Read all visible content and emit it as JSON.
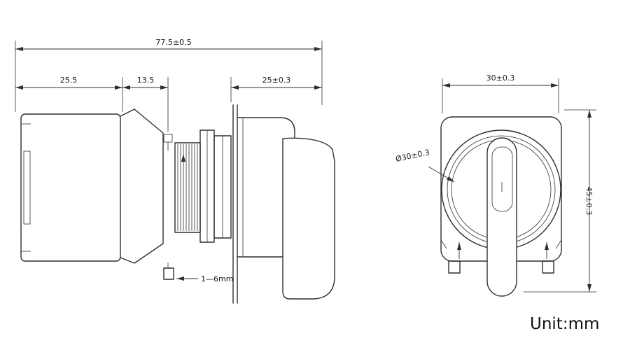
{
  "page": {
    "background": "#ffffff",
    "line_color": "#2f2f2f"
  },
  "drawing": {
    "unit_label": "Unit:mm",
    "side_view": {
      "dim_total_width": "77.5±0.5",
      "dim_body_width": "25.5",
      "dim_clip_width": "13.5",
      "dim_head_width": "25±0.3",
      "panel_thickness_label": "1—6mm"
    },
    "front_view": {
      "dim_width": "30±0.3",
      "dim_knob_diameter": "Ø30±0.3",
      "dim_height": "45±0.3"
    }
  }
}
